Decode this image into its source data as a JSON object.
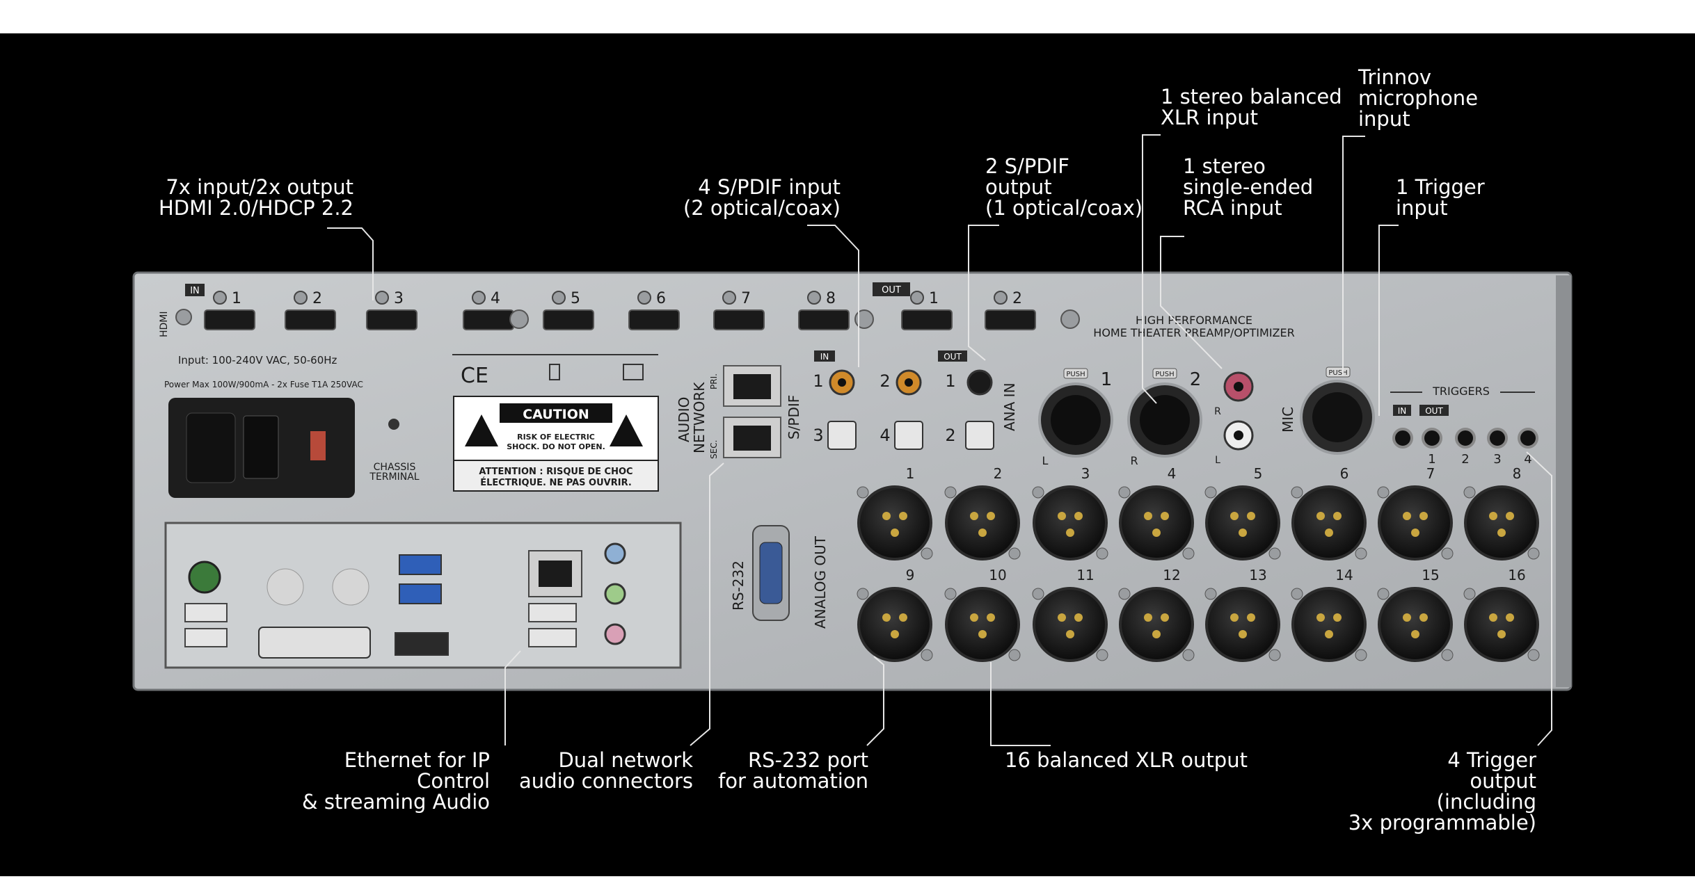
{
  "callouts": {
    "hdmi": "7x input/2x output\nHDMI 2.0/HDCP 2.2",
    "spdif_in": "4 S/PDIF input\n(2 optical/coax)",
    "spdif_out": "2 S/PDIF\noutput\n(1 optical/coax)",
    "xlr_in": "1 stereo balanced\nXLR input",
    "rca_in": "1 stereo\nsingle-ended\nRCA input",
    "mic": "Trinnov\nmicrophone\ninput",
    "trigger_in": "1 Trigger\ninput",
    "ethernet": "Ethernet for IP\nControl\n& streaming Audio",
    "dual_network": "Dual network\naudio connectors",
    "rs232": "RS-232 port\nfor automation",
    "xlr_out": "16 balanced XLR output",
    "trigger_out": "4 Trigger\noutput\n(including\n3x programmable)"
  },
  "panel": {
    "hdmi_label": "HDMI",
    "in_badge": "IN",
    "out_badge": "OUT",
    "hdmi_in_numbers": [
      "1",
      "2",
      "3",
      "4",
      "5",
      "6",
      "7",
      "8"
    ],
    "hdmi_out_numbers": [
      "1",
      "2"
    ],
    "input_spec": "Input: 100-240V VAC, 50-60Hz",
    "power_spec": "Power Max 100W/900mA - 2x Fuse T1A 250VAC",
    "chassis_line1": "CHASSIS",
    "chassis_line2": "TERMINAL",
    "ce_mark": "CE",
    "caution_title": "CAUTION",
    "caution_line1": "RISK OF ELECTRIC",
    "caution_line2": "SHOCK. DO NOT OPEN.",
    "attention_line1": "ATTENTION : RISQUE DE CHOC",
    "attention_line2": "ÉLECTRIQUE. NE PAS OUVRIR.",
    "audio_network_line1": "AUDIO",
    "audio_network_line2": "NETWORK",
    "pri_label": "PRI.",
    "sec_label": "SEC.",
    "spdif_label": "S/PDIF",
    "spdif_in_badge": "IN",
    "spdif_out_badge": "OUT",
    "spdif_in_coax_numbers": [
      "1",
      "2"
    ],
    "spdif_in_optical_numbers": [
      "3",
      "4"
    ],
    "spdif_out_coax_number": "1",
    "spdif_out_optical_number": "2",
    "ana_in_label": "ANA IN",
    "xlr_in_numbers": [
      "1",
      "2"
    ],
    "push_label": "PUSH",
    "l_label": "L",
    "r_label": "R",
    "brand_line1": "HIGH PERFORMANCE",
    "brand_line2": "HOME THEATER PREAMP/OPTIMIZER",
    "mic_label": "MIC",
    "triggers_label": "TRIGGERS",
    "trigger_in_badge": "IN",
    "trigger_out_badge": "OUT",
    "trigger_out_numbers": [
      "1",
      "2",
      "3",
      "4"
    ],
    "analog_out_label": "ANALOG OUT",
    "rs232_label": "RS-232",
    "xlr_out_top_numbers": [
      "1",
      "2",
      "3",
      "4",
      "5",
      "6",
      "7",
      "8"
    ],
    "xlr_out_bottom_numbers": [
      "9",
      "10",
      "11",
      "12",
      "13",
      "14",
      "15",
      "16"
    ]
  },
  "colors": {
    "background": "#000000",
    "panel": "#bfc2c5",
    "callout_text": "#ffffff",
    "leader_line": "#e6e6e6"
  }
}
